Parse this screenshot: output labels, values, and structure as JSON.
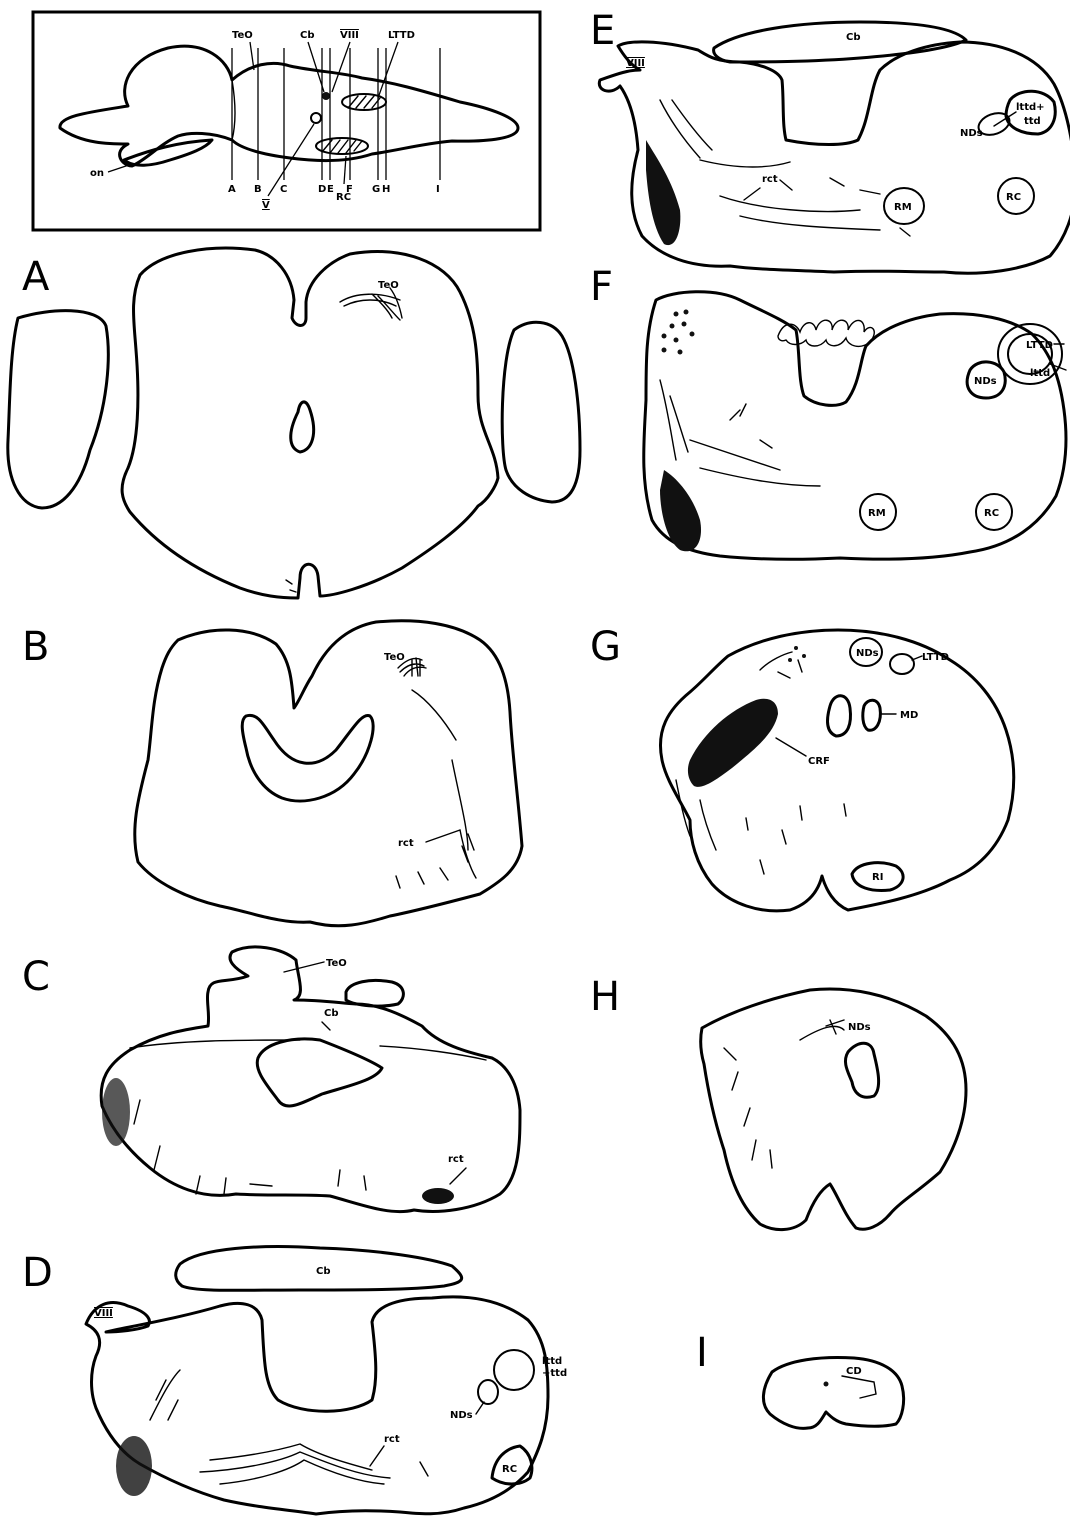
{
  "figure": {
    "inset": {
      "top_labels": [
        "TeO",
        "Cb",
        "VIII",
        "LTTD"
      ],
      "bottom_labels": [
        "A",
        "B",
        "C",
        "D",
        "E",
        "F",
        "G",
        "H",
        "I"
      ],
      "other_labels": [
        "on",
        "V",
        "RC"
      ]
    },
    "panels": {
      "A": {
        "letter": "A",
        "labels": [
          "TeO"
        ]
      },
      "B": {
        "letter": "B",
        "labels": [
          "TeO",
          "rct"
        ]
      },
      "C": {
        "letter": "C",
        "labels": [
          "TeO",
          "Cb",
          "rct"
        ]
      },
      "D": {
        "letter": "D",
        "labels": [
          "Cb",
          "VIII",
          "lttd",
          "+ttd",
          "NDs",
          "rct",
          "RC"
        ]
      },
      "E": {
        "letter": "E",
        "labels": [
          "Cb",
          "VIII",
          "lttd+",
          "ttd",
          "NDs",
          "rct",
          "RM",
          "RC"
        ]
      },
      "F": {
        "letter": "F",
        "labels": [
          "LTTD",
          "lttd",
          "NDs",
          "RM",
          "RC"
        ]
      },
      "G": {
        "letter": "G",
        "labels": [
          "NDs",
          "LTTD",
          "MD",
          "CRF",
          "RI"
        ]
      },
      "H": {
        "letter": "H",
        "labels": [
          "NDs"
        ]
      },
      "I": {
        "letter": "I",
        "labels": [
          "CD"
        ]
      }
    }
  }
}
